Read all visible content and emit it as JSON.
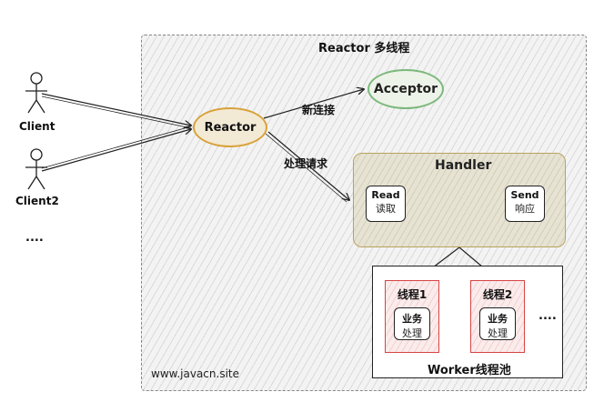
{
  "title": "Reactor 多线程",
  "clients": [
    "Client",
    "Client2"
  ],
  "ellipsis_clients": "....",
  "reactor": "Reactor",
  "acceptor": "Acceptor",
  "edge_new_connection": "新连接",
  "edge_process_request": "处理请求",
  "handler": {
    "title": "Handler",
    "read_en": "Read",
    "read_cn": "读取",
    "send_en": "Send",
    "send_cn": "响应"
  },
  "pool": {
    "title": "Worker线程池",
    "threads": [
      {
        "name": "线程1",
        "task_line1": "业务",
        "task_line2": "处理"
      },
      {
        "name": "线程2",
        "task_line1": "业务",
        "task_line2": "处理"
      }
    ],
    "more": "...."
  },
  "watermark": "www.javacn.site",
  "colors": {
    "reactor_border": "#d8a23a",
    "acceptor_border": "#7cb87c",
    "thread_border": "#d64545",
    "handler_border": "#b8a25e"
  }
}
